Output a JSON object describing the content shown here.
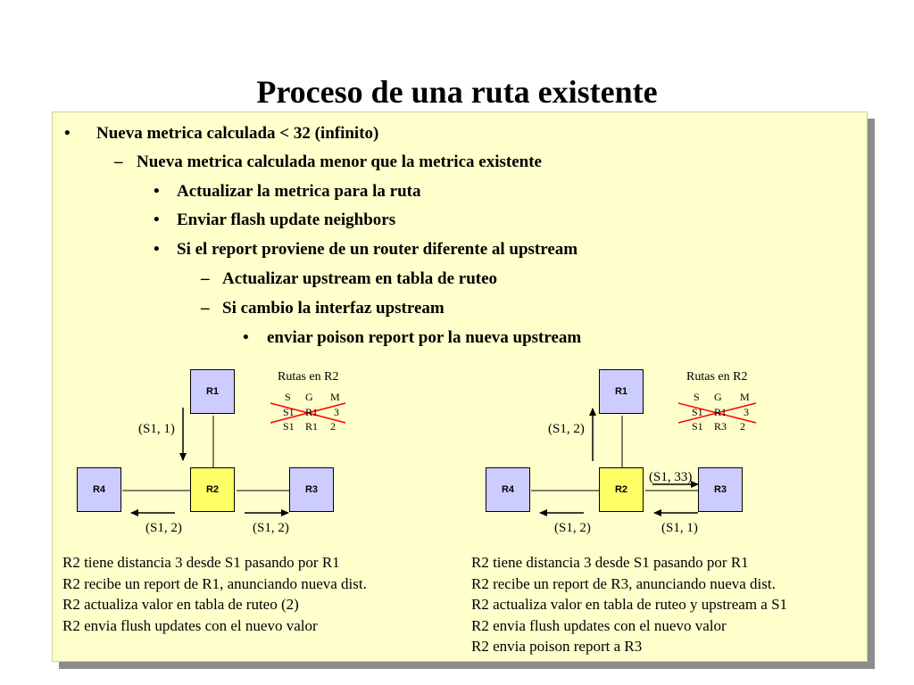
{
  "slide": {
    "title": "Proceso de una ruta existente"
  },
  "bullets": [
    {
      "marker": "•",
      "text": "Nueva metrica calculada < 32 (infinito)"
    },
    {
      "marker": "–",
      "text": "Nueva metrica calculada menor que la metrica existente"
    },
    {
      "marker": "•",
      "text": "Actualizar la metrica para la ruta"
    },
    {
      "marker": "•",
      "text": "Enviar flash update neighbors"
    },
    {
      "marker": "•",
      "text": "Si el report proviene de un router diferente al upstream"
    },
    {
      "marker": "–",
      "text": "Actualizar upstream en tabla de ruteo"
    },
    {
      "marker": "–",
      "text": "Si cambio la interfaz upstream"
    },
    {
      "marker": "•",
      "text": "enviar poison report por la nueva upstream"
    }
  ],
  "diagrams": [
    {
      "routers": {
        "r1": "R1",
        "r2": "R2",
        "r3": "R3",
        "r4": "R4"
      },
      "table": {
        "title": "Rutas en R2",
        "header": [
          "S",
          "G",
          "M"
        ],
        "old_row": [
          "S1",
          "R1",
          "3"
        ],
        "new_row": [
          "S1",
          "R1",
          "2"
        ]
      },
      "labels": {
        "from_r1": "(S1, 1)",
        "to_r4": "(S1, 2)",
        "to_r3": "(S1, 2)"
      },
      "description": [
        "R2 tiene distancia 3 desde S1 pasando por R1",
        "R2 recibe un report de R1, anunciando nueva dist.",
        "R2 actualiza valor en tabla de ruteo (2)",
        "R2 envia flush updates con el nuevo valor"
      ]
    },
    {
      "routers": {
        "r1": "R1",
        "r2": "R2",
        "r3": "R3",
        "r4": "R4"
      },
      "table": {
        "title": "Rutas en R2",
        "header": [
          "S",
          "G",
          "M"
        ],
        "old_row": [
          "S1",
          "R1",
          "3"
        ],
        "new_row": [
          "S1",
          "R3",
          "2"
        ]
      },
      "labels": {
        "to_r1": "(S1, 2)",
        "poison_r3": "(S1, 33)",
        "to_r4": "(S1, 2)",
        "from_r3": "(S1, 1)"
      },
      "description": [
        "R2 tiene distancia 3 desde S1 pasando por R1",
        "R2 recibe un report de R3, anunciando nueva dist.",
        "R2 actualiza valor en tabla de ruteo y upstream a S1",
        "R2 envia flush updates con el nuevo valor",
        "R2 envia poison report a R3"
      ]
    }
  ]
}
